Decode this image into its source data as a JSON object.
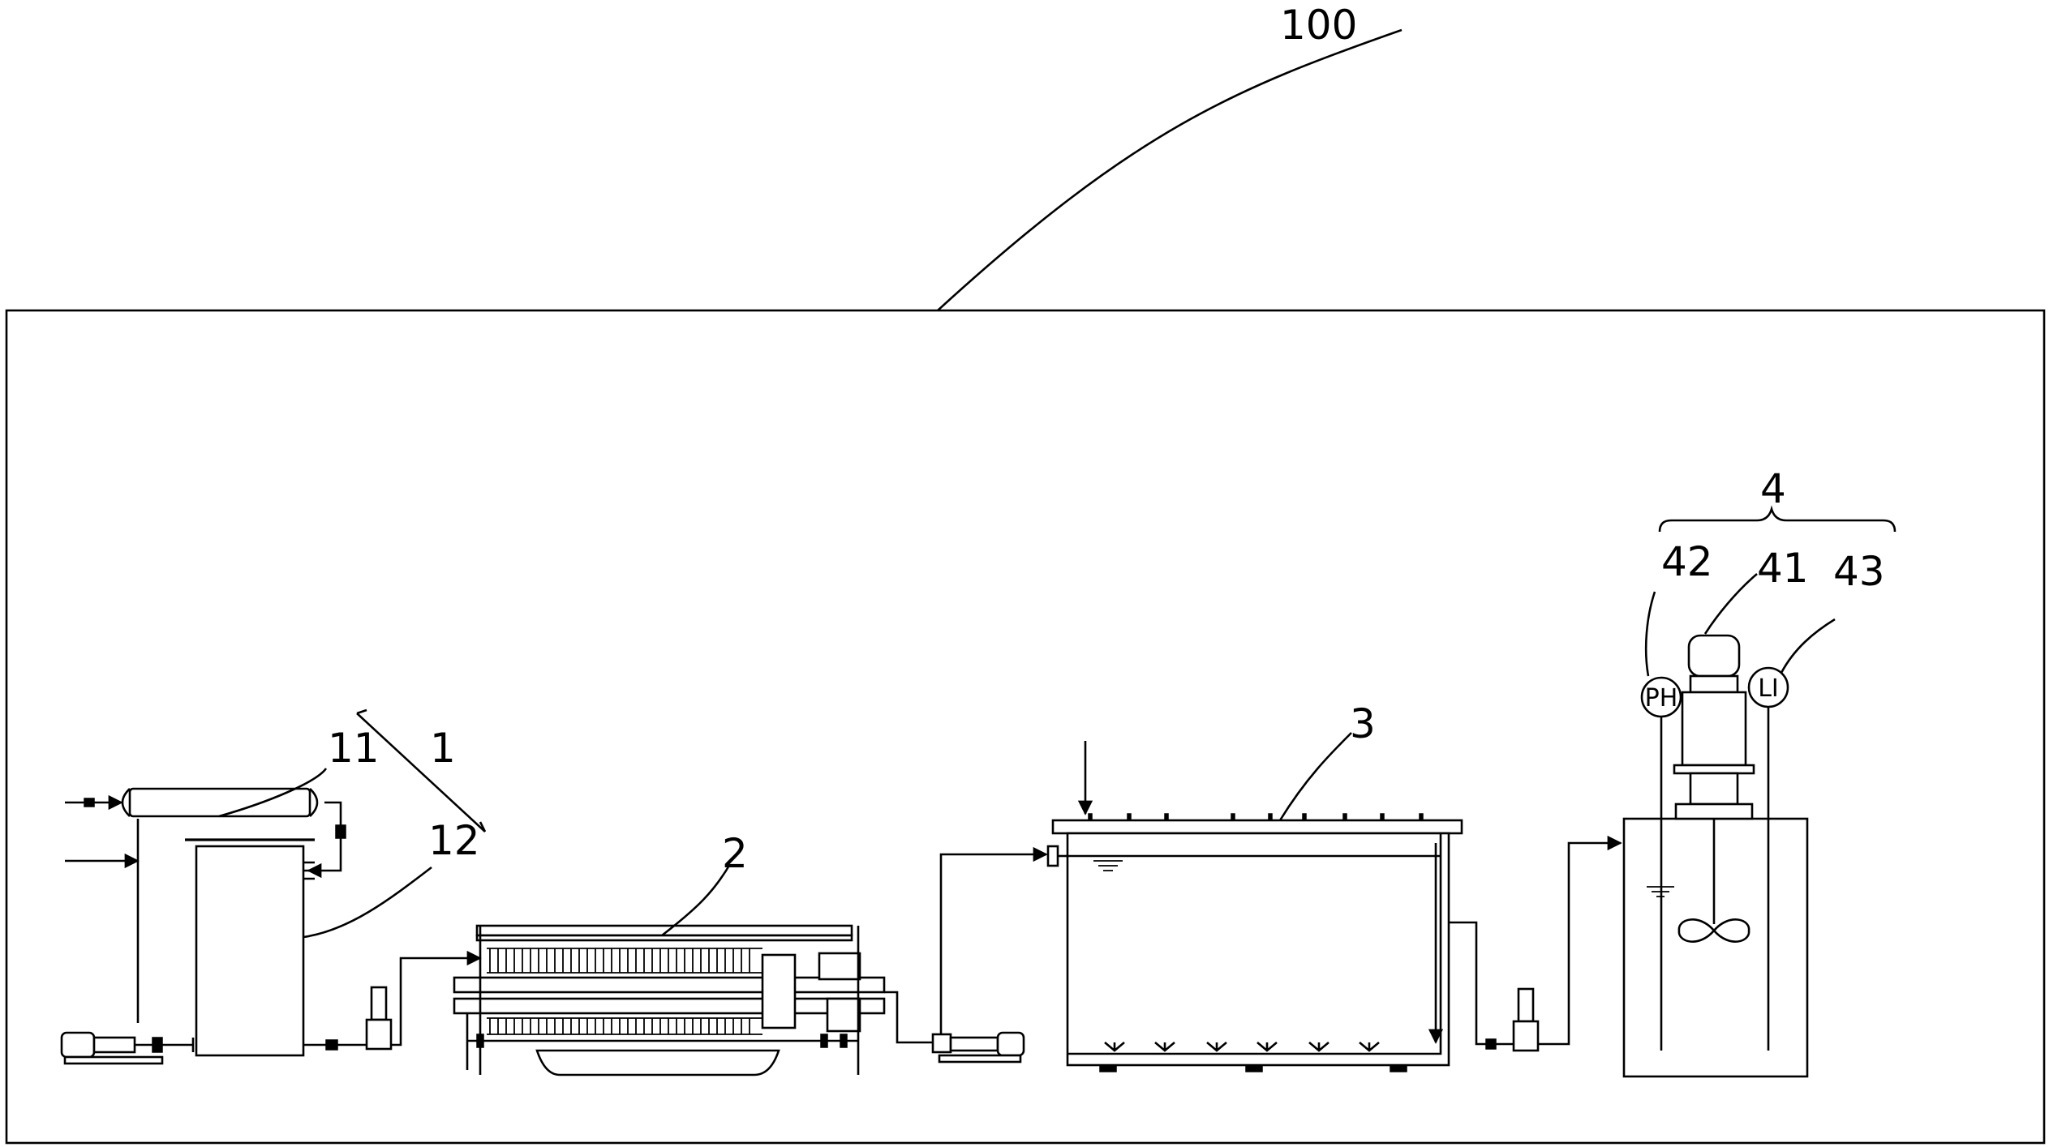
{
  "labels": {
    "system": "100",
    "unit_1": "1",
    "unit_11": "11",
    "unit_12": "12",
    "unit_2": "2",
    "unit_3": "3",
    "unit_4": "4",
    "unit_41": "41",
    "unit_42": "42",
    "unit_43": "43"
  },
  "instruments": {
    "ph": "PH",
    "level": "LI"
  }
}
